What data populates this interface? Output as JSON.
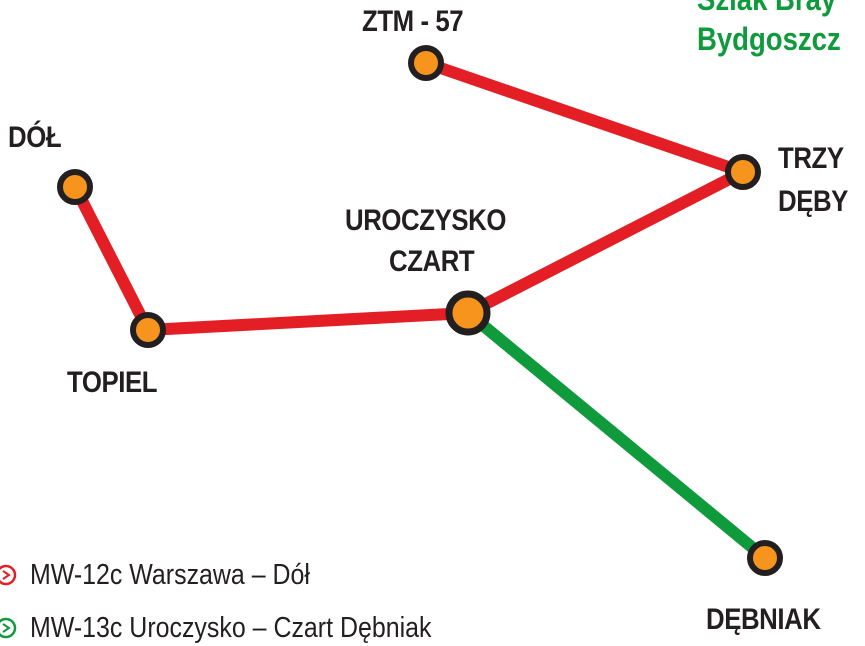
{
  "corner_text": {
    "line1": "Szlak Bray",
    "line2": "Bydgoszcz"
  },
  "nodes": {
    "ztm57": "ZTM - 57",
    "dol": "DÓŁ",
    "trzy_deby_line1": "TRZY",
    "trzy_deby_line2": "DĘBY",
    "uroczysko_line1": "UROCZYSKO",
    "uroczysko_line2": "CZART",
    "topiel": "TOPIEL",
    "debniak": "DĘBNIAK"
  },
  "legend": [
    {
      "label": "MW-12c Warszawa – Dół",
      "color": "#e31e24"
    },
    {
      "label": "MW-13c Uroczysko – Czart Dębniak",
      "color": "#0f9a3c"
    }
  ],
  "colors": {
    "red_trail": "#e31e24",
    "green_trail": "#0f9a3c",
    "node_fill": "#f7941d",
    "node_stroke": "#231f20"
  }
}
